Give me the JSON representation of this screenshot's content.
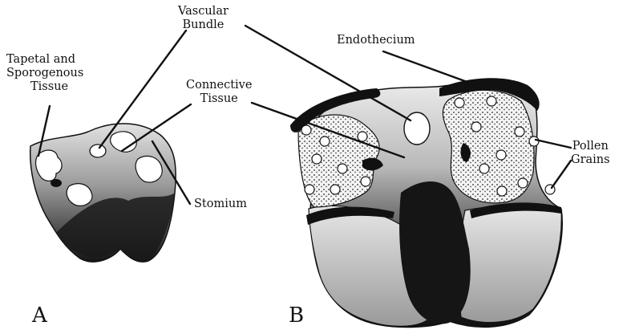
{
  "labels": {
    "vascular_bundle": [
      "Vascular",
      "Bundle"
    ],
    "tapetal": [
      "Tapetal and",
      "Sporogenous",
      "Tissue"
    ],
    "connective_tissue": [
      "Connective",
      "Tissue"
    ],
    "stomium": "Stomium",
    "endothecium": "Endothecium",
    "pollen_grains": [
      "Pollen",
      "Grains"
    ]
  },
  "panels": {
    "a": "A",
    "b": "B"
  },
  "colors": {
    "ink": "#111111",
    "dark_tissue": "#1a1a1a",
    "mid_tissue": "#7a7a7a",
    "light_tissue": "#d8d8d8",
    "locule": "#ffffff"
  }
}
